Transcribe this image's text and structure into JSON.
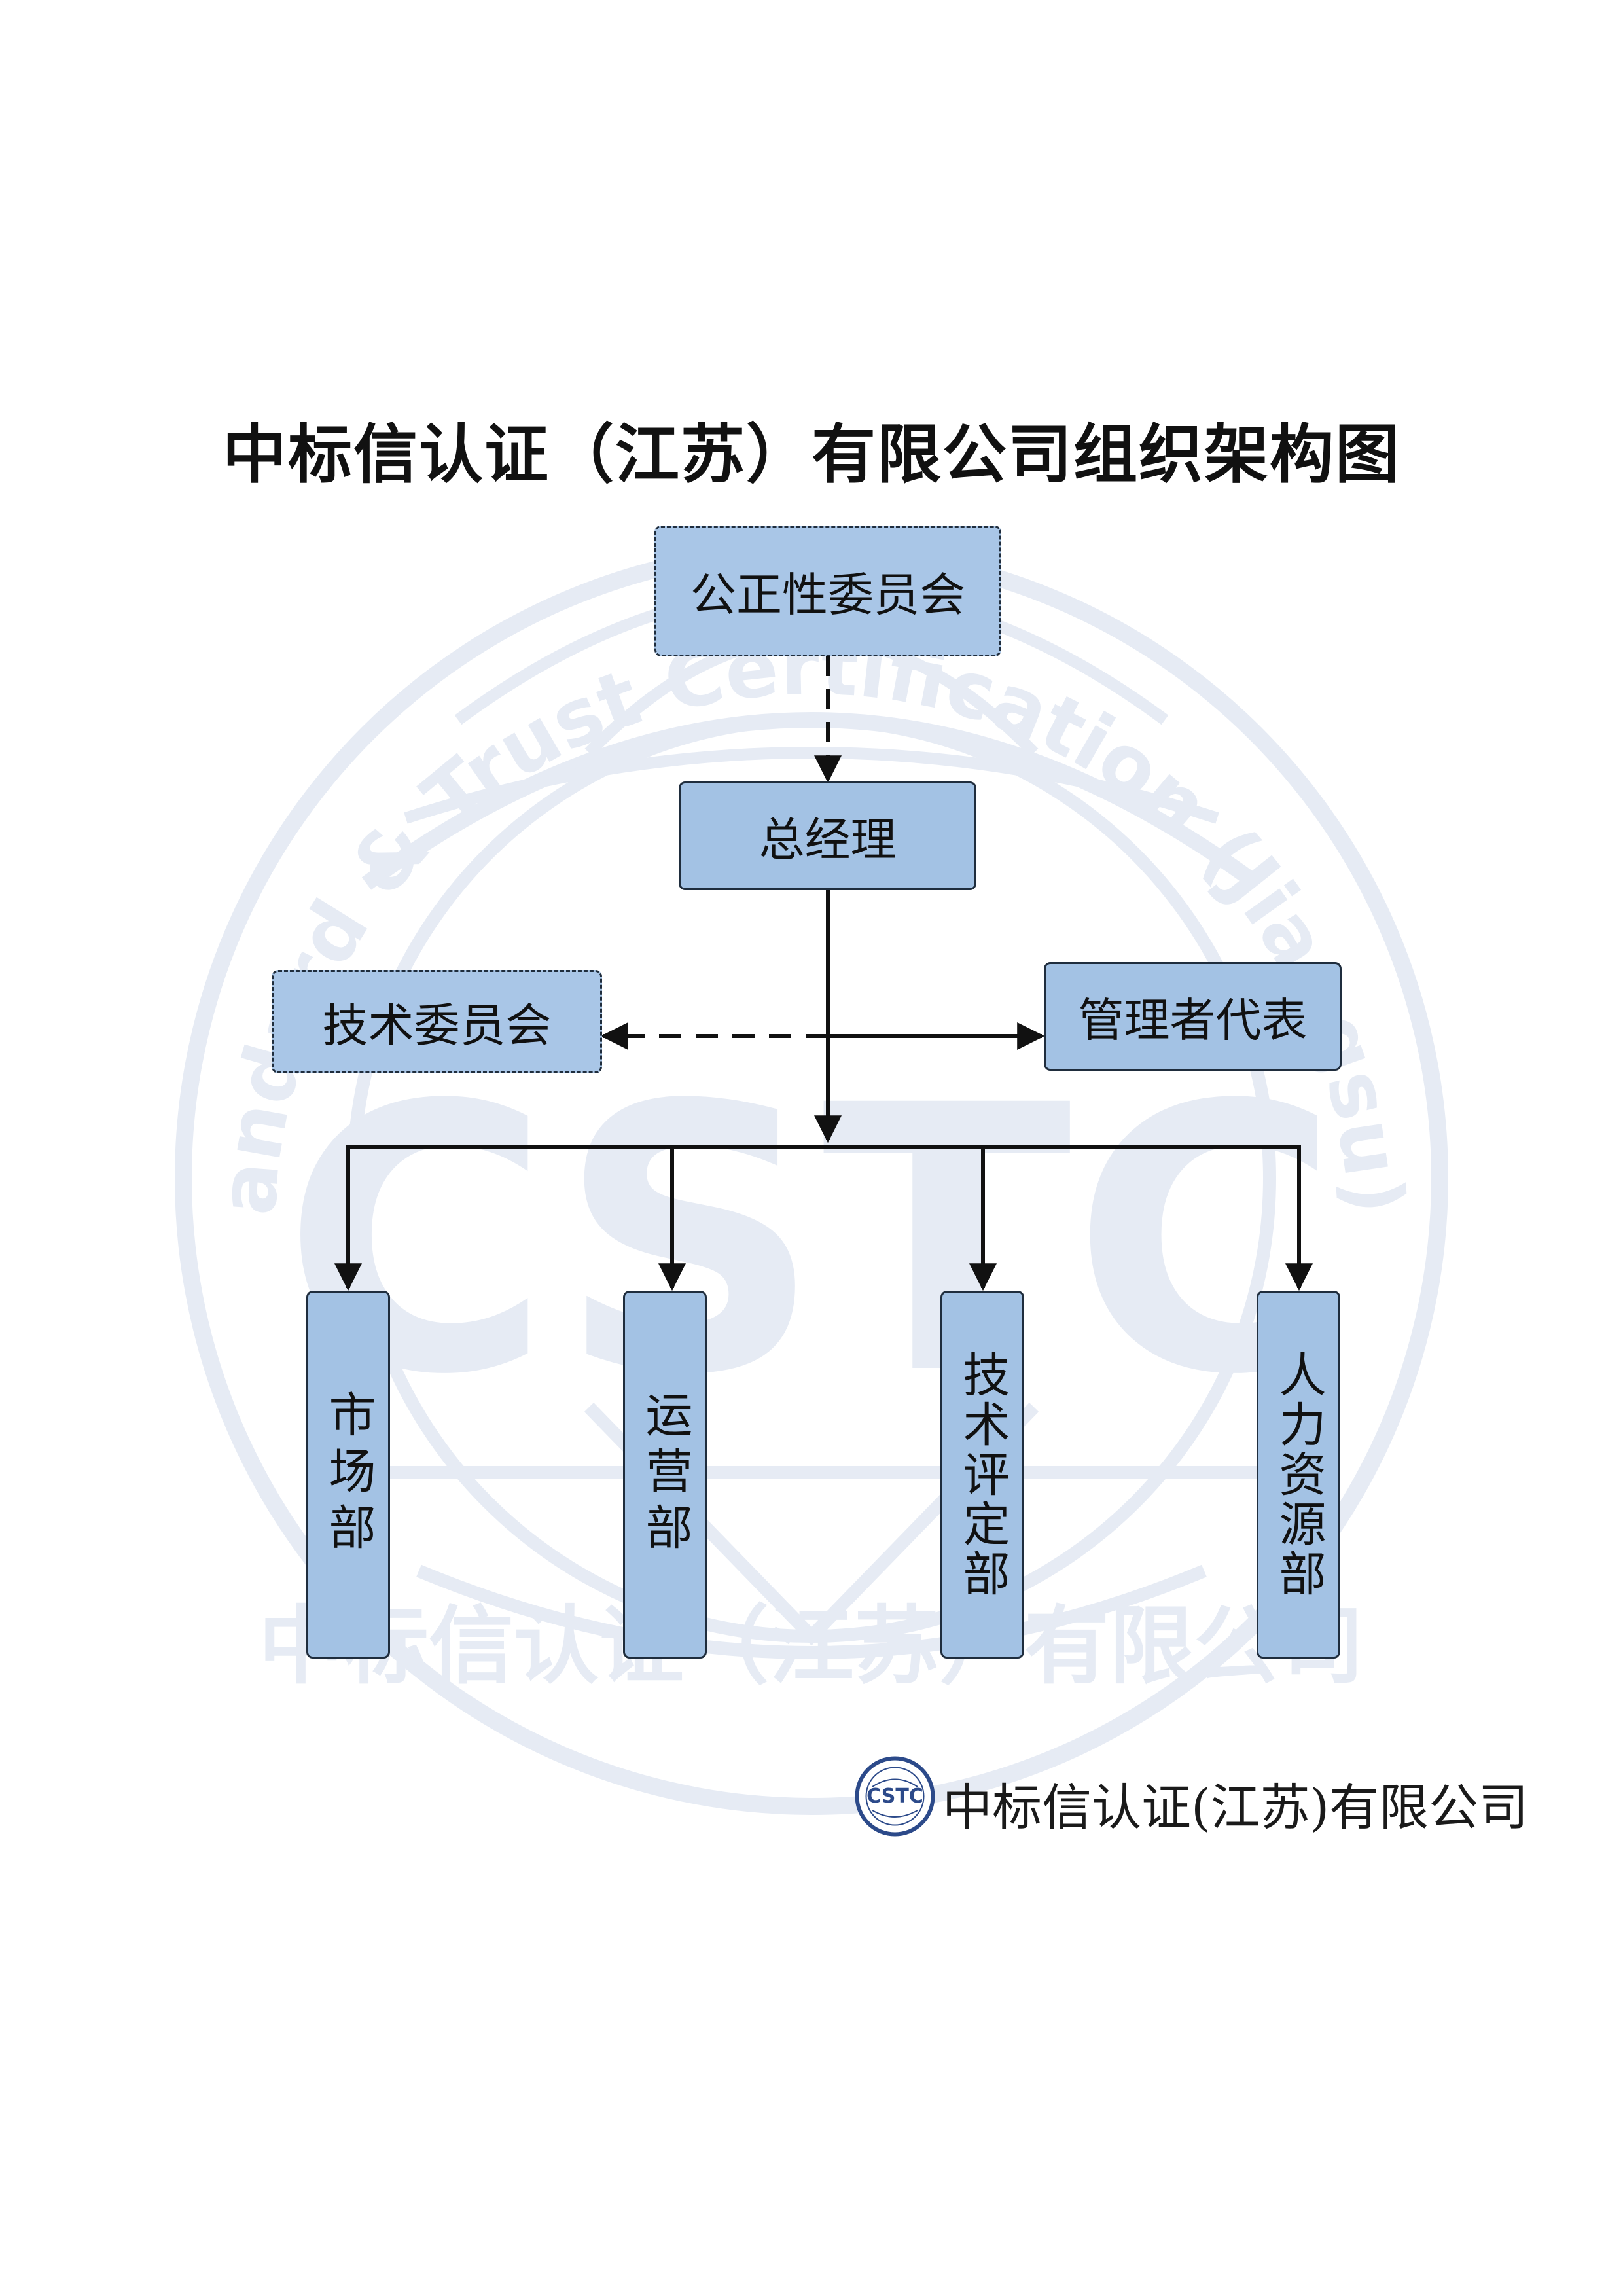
{
  "title": "中标信认证（江苏）有限公司组织架构图",
  "watermark": {
    "ring_text": "China Standard & Trust Certification (Jiangsu) Co.,Ltd.",
    "center_text": "CSTC",
    "bottom_text": "中标信认证（江苏）有限公司",
    "color": "#e6ebf4"
  },
  "nodes": {
    "impartiality_committee": "公正性委员会",
    "general_manager": "总经理",
    "technical_committee": "技术委员会",
    "management_representative": "管理者代表",
    "marketing_dept": "市场部",
    "operations_dept": "运营部",
    "technical_review_dept": "技术评定部",
    "hr_dept": "人力资源部"
  },
  "footer": {
    "logo_text": "CSTC",
    "company_name": "中标信认证(江苏)有限公司"
  },
  "colors": {
    "box_fill": "#a3c2e4",
    "box_border": "#1f2d3d",
    "line": "#111111"
  }
}
